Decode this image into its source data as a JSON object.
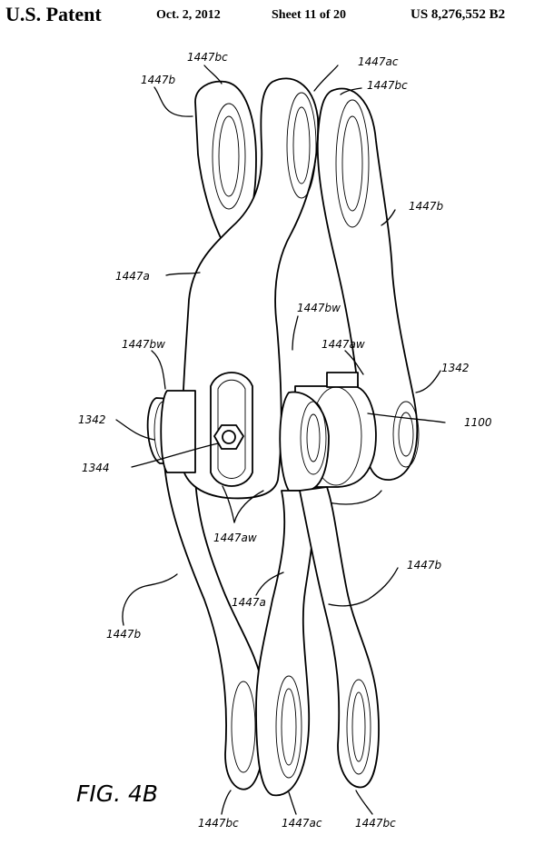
{
  "header": {
    "title": "U.S. Patent",
    "date": "Oct. 2, 2012",
    "sheet": "Sheet 11 of 20",
    "patent_number": "US 8,276,552 B2"
  },
  "figure": {
    "label": "FIG. 4B"
  },
  "labels": {
    "bc_top_left": "1447bc",
    "b_top_left": "1447b",
    "ac_top": "1447ac",
    "bc_top_right": "1447bc",
    "b_right": "1447b",
    "a_left": "1447a",
    "bw_center": "1447bw",
    "bw_left": "1447bw",
    "aw_right": "1447aw",
    "n1342_right": "1342",
    "n1342_left": "1342",
    "n1100": "1100",
    "n1344": "1344",
    "aw_bottom": "1447aw",
    "b_lower_right": "1447b",
    "a_lower": "1447a",
    "b_lower_left": "1447b",
    "bc_bottom_left": "1447bc",
    "ac_bottom": "1447ac",
    "bc_bottom_right": "1447bc"
  }
}
